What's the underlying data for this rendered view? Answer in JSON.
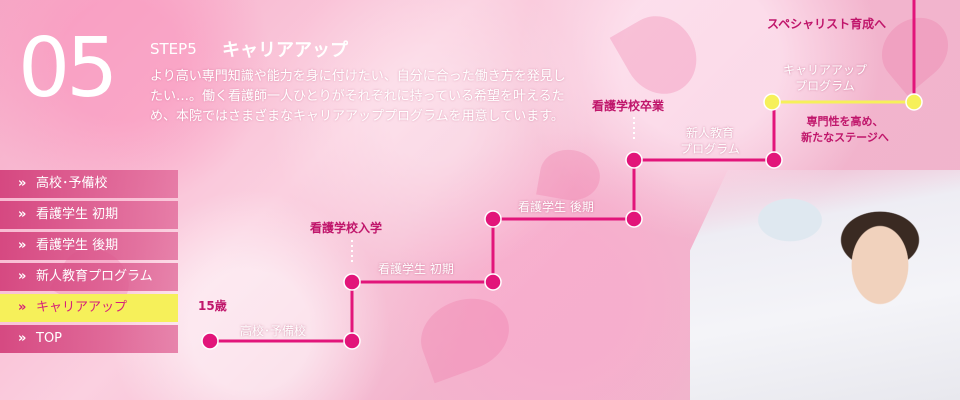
{
  "step": {
    "number": "05",
    "label": "STEP5",
    "title": "キャリアアップ",
    "description": "より高い専門知識や能力を身に付けたい、自分に合った働き方を発見したい…。働く看護師一人ひとりがそれぞれに持っている希望を叶えるため、本院ではさまざまなキャリアアッププログラムを用意しています。"
  },
  "nav": {
    "chevron": "»",
    "items": [
      {
        "label": "高校･予備校"
      },
      {
        "label": "看護学生 初期"
      },
      {
        "label": "看護学生 後期"
      },
      {
        "label": "新人教育プログラム"
      },
      {
        "label": "キャリアアップ"
      },
      {
        "label": "TOP"
      }
    ],
    "active_index": 4
  },
  "timeline": {
    "age": "15歳",
    "high_school": "高校･予備校",
    "nursing_school_entry": "看護学校入学",
    "student_early": "看護学生 初期",
    "student_late": "看護学生 後期",
    "nursing_school_grad": "看護学校卒業",
    "new_staff_program": "新人教育\nプログラム",
    "careerup_program": "キャリアアップ\nプログラム",
    "careerup_desc": "専門性を高め、\n新たなステージへ",
    "specialist": "スペシャリスト育成へ"
  },
  "colors": {
    "accent": "#e2157a",
    "active": "#f6f05a",
    "nav_bg": "#d63c78",
    "text_magenta": "#c0166b"
  }
}
